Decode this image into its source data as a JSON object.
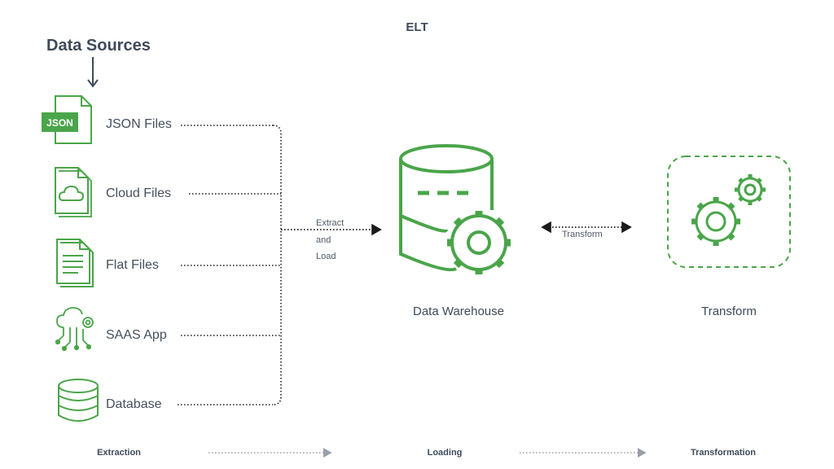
{
  "title": "ELT",
  "data_sources_heading": "Data Sources",
  "sources": [
    {
      "label": "JSON Files",
      "icon": "json-file-icon",
      "badge": "JSON"
    },
    {
      "label": "Cloud Files",
      "icon": "cloud-file-icon"
    },
    {
      "label": "Flat Files",
      "icon": "flat-file-icon"
    },
    {
      "label": "SAAS App",
      "icon": "saas-app-icon"
    },
    {
      "label": "Database",
      "icon": "database-icon"
    }
  ],
  "extract_load_lines": [
    "Extract",
    "and",
    "Load"
  ],
  "warehouse": {
    "label": "Data Warehouse",
    "icon": "data-warehouse-icon"
  },
  "transform_arrow_label": "Transform",
  "transform": {
    "label": "Transform",
    "icon": "gears-icon"
  },
  "stages": [
    "Extraction",
    "Loading",
    "Transformation"
  ],
  "colors": {
    "accent_green": "#4aa54a",
    "text_dark": "#3f4a5a",
    "connector": "#1a1a1a",
    "stage_arrow": "#9aa0a8"
  }
}
